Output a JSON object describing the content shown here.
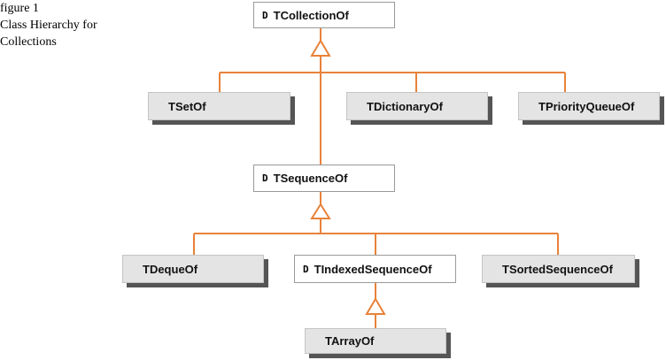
{
  "caption": {
    "line1": "figure 1",
    "line2": "Class Hierarchy for",
    "line3": "Collections"
  },
  "colors": {
    "connector": "#e8823a",
    "concrete_fill": "#e4e4e4",
    "shadow": "#555555"
  },
  "abstract_marker": "D",
  "nodes": {
    "collection": "TCollectionOf",
    "set": "TSetOf",
    "dictionary": "TDictionaryOf",
    "priority_queue": "TPriorityQueueOf",
    "sequence": "TSequenceOf",
    "deque": "TDequeOf",
    "indexed_sequence": "TIndexedSequenceOf",
    "sorted_sequence": "TSortedSequenceOf",
    "array": "TArrayOf"
  }
}
